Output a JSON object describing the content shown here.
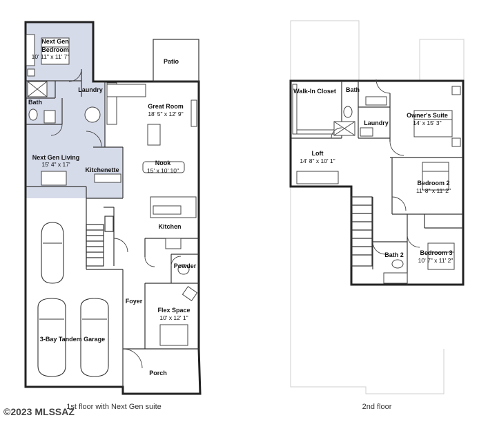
{
  "floors": [
    {
      "caption": "1st floor with Next Gen suite",
      "rooms": [
        {
          "name": "Next Gen",
          "name2": "Bedroom",
          "dims": "10' 11\" x 11' 7\""
        },
        {
          "name": "Laundry"
        },
        {
          "name": "Bath"
        },
        {
          "name": "Next Gen Living",
          "dims": "15' 4\" x 17'"
        },
        {
          "name": "Kitchenette"
        },
        {
          "name": "Patio"
        },
        {
          "name": "Great Room",
          "dims": "18' 5\" x 12' 9\""
        },
        {
          "name": "Nook",
          "dims": "15' x 10' 10\""
        },
        {
          "name": "Kitchen"
        },
        {
          "name": "Powder"
        },
        {
          "name": "Foyer"
        },
        {
          "name": "Flex Space",
          "dims": "10' x 12' 1\""
        },
        {
          "name": "3-Bay Tandem Garage"
        },
        {
          "name": "Porch"
        }
      ]
    },
    {
      "caption": "2nd floor",
      "rooms": [
        {
          "name": "Walk-In Closet"
        },
        {
          "name": "Bath"
        },
        {
          "name": "Owner's Suite",
          "dims": "14' x 15' 3\""
        },
        {
          "name": "Laundry"
        },
        {
          "name": "Loft",
          "dims": "14' 8\" x 10' 1\""
        },
        {
          "name": "Bedroom 2",
          "dims": "11' 8\" x 11' 2\""
        },
        {
          "name": "Bath 2"
        },
        {
          "name": "Bedroom 3",
          "dims": "10' 7\" x 11' 2\""
        }
      ]
    }
  ],
  "watermark": "©2023 MLSSAZ",
  "colors": {
    "suite_fill": "#d6dbea",
    "wall": "#222222"
  }
}
